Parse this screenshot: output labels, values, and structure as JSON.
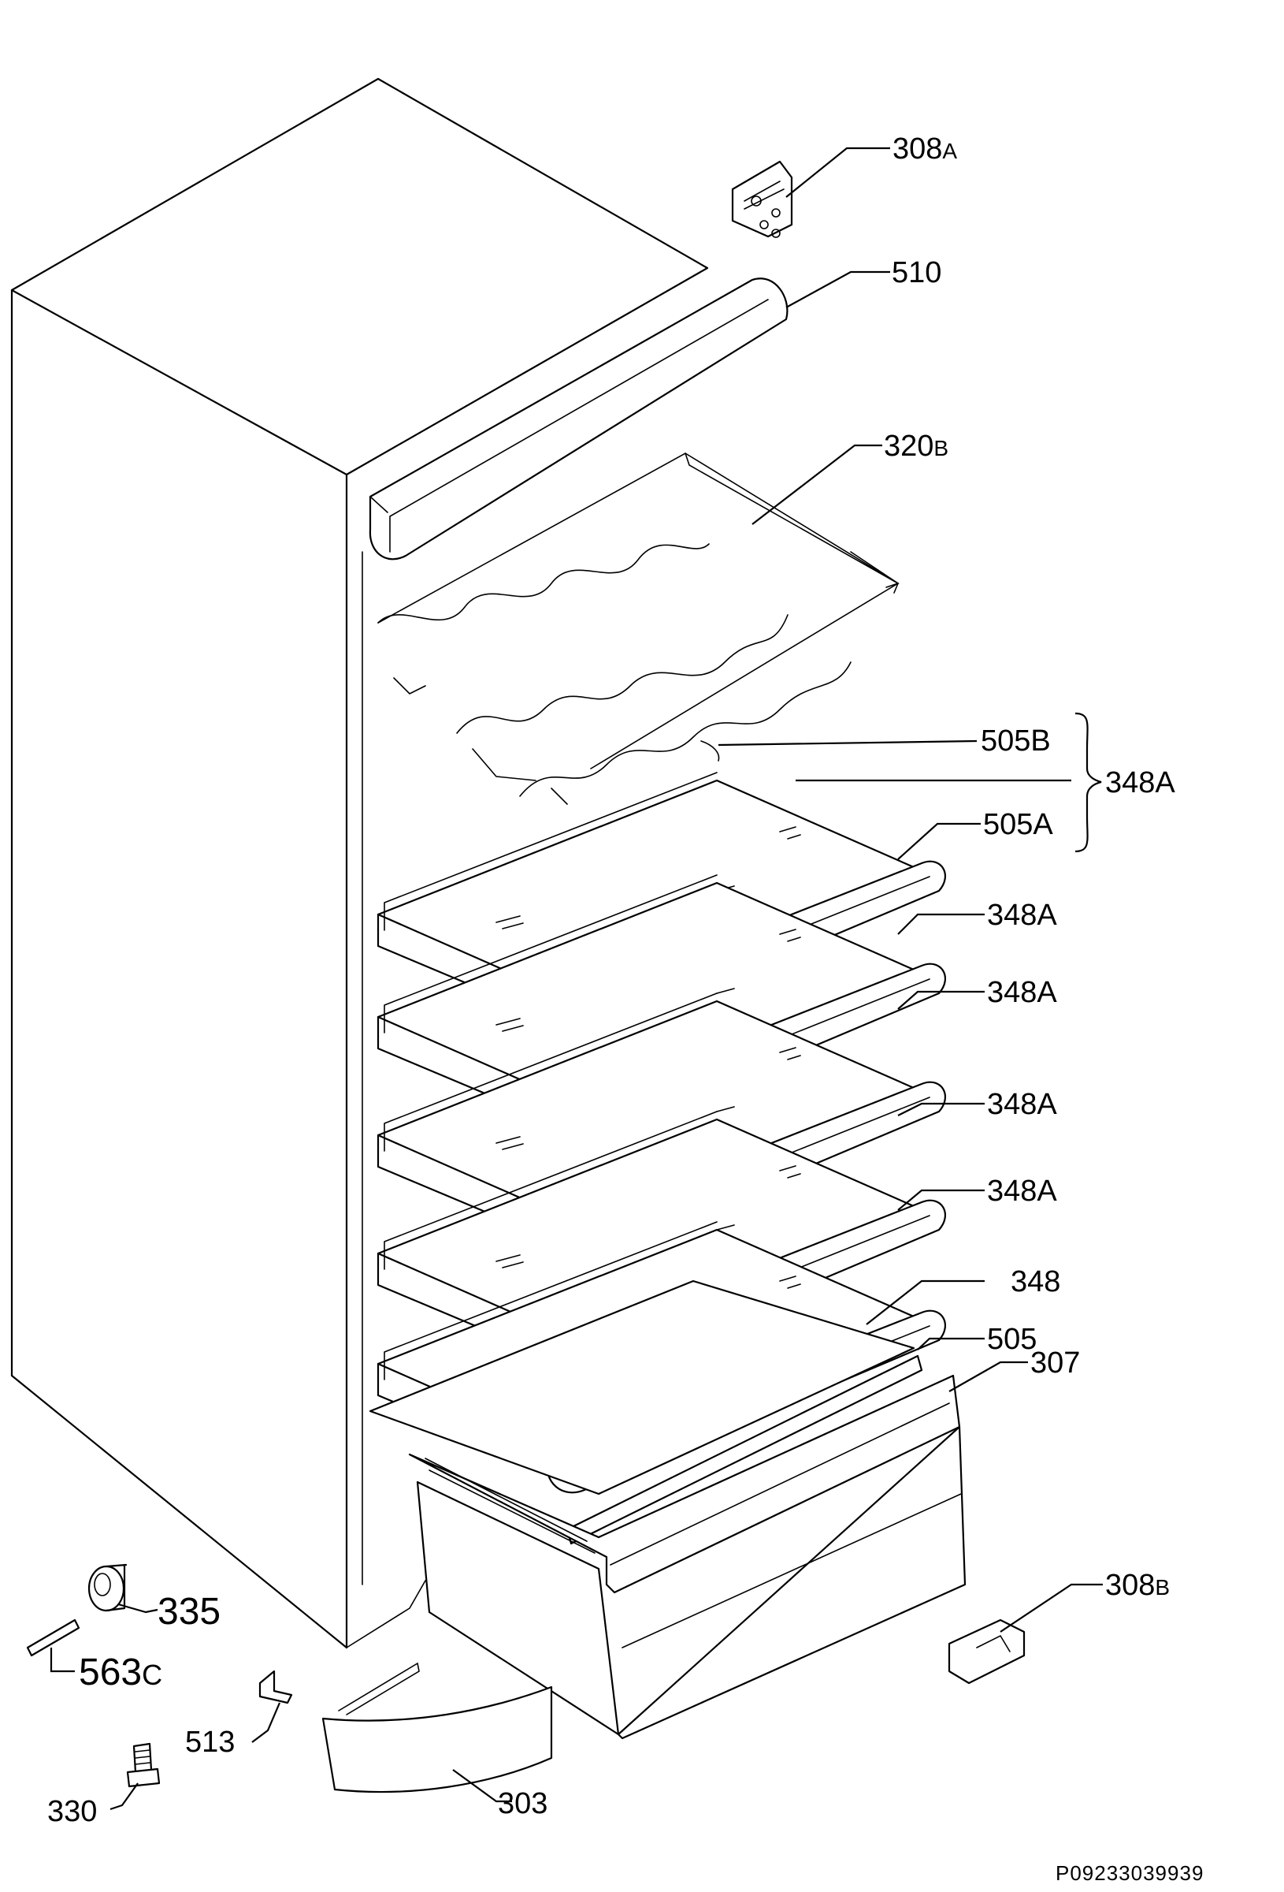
{
  "diagram": {
    "labels": {
      "p308A": {
        "num": "308",
        "suffix": "A"
      },
      "p510": {
        "num": "510",
        "suffix": ""
      },
      "p320B": {
        "num": "320",
        "suffix": "B"
      },
      "p505B": {
        "num": "505B",
        "suffix": ""
      },
      "p348A_group": {
        "num": "348A",
        "suffix": ""
      },
      "p505A": {
        "num": "505A",
        "suffix": ""
      },
      "p348A_1": {
        "num": "348A",
        "suffix": ""
      },
      "p348A_2": {
        "num": "348A",
        "suffix": ""
      },
      "p348A_3": {
        "num": "348A",
        "suffix": ""
      },
      "p348A_4": {
        "num": "348A",
        "suffix": ""
      },
      "p348": {
        "num": "348",
        "suffix": ""
      },
      "p505": {
        "num": "505",
        "suffix": ""
      },
      "p307": {
        "num": "307",
        "suffix": ""
      },
      "p308B": {
        "num": "308",
        "suffix": "B"
      },
      "p335": {
        "num": "335",
        "suffix": ""
      },
      "p563C": {
        "num": "563",
        "suffix": "C"
      },
      "p513": {
        "num": "513",
        "suffix": ""
      },
      "p330": {
        "num": "330",
        "suffix": ""
      },
      "p303": {
        "num": "303",
        "suffix": ""
      }
    },
    "drawing_code": "P09233039939"
  }
}
